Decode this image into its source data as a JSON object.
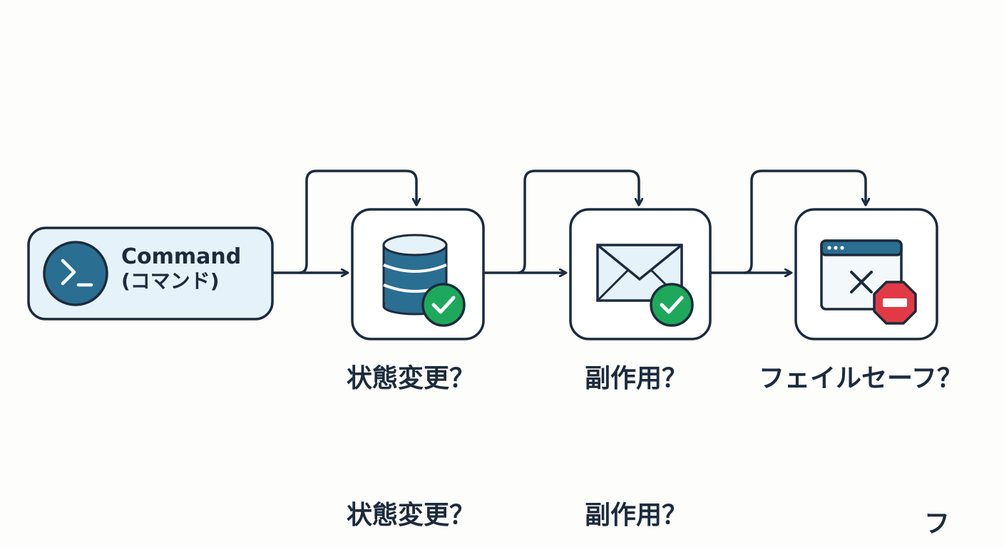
{
  "command": {
    "title": "Command",
    "subtitle": "(コマンド)",
    "icon": "terminal-prompt-icon"
  },
  "steps": [
    {
      "label": "状態変更？",
      "icon": "database-icon",
      "badge": "check-badge-icon"
    },
    {
      "label": "副作用？",
      "icon": "envelope-icon",
      "badge": "check-badge-icon"
    },
    {
      "label": "フェイルセーフ？",
      "icon": "browser-window-x-icon",
      "badge": "stop-sign-icon"
    }
  ],
  "repeated_labels": [
    "状態変更？",
    "副作用？",
    "フ"
  ],
  "colors": {
    "stroke": "#1c2b3d",
    "accent_blue": "#2a6e92",
    "light_blue": "#e6f2f9",
    "success_green": "#1ea85b",
    "stop_red": "#e23a44"
  }
}
